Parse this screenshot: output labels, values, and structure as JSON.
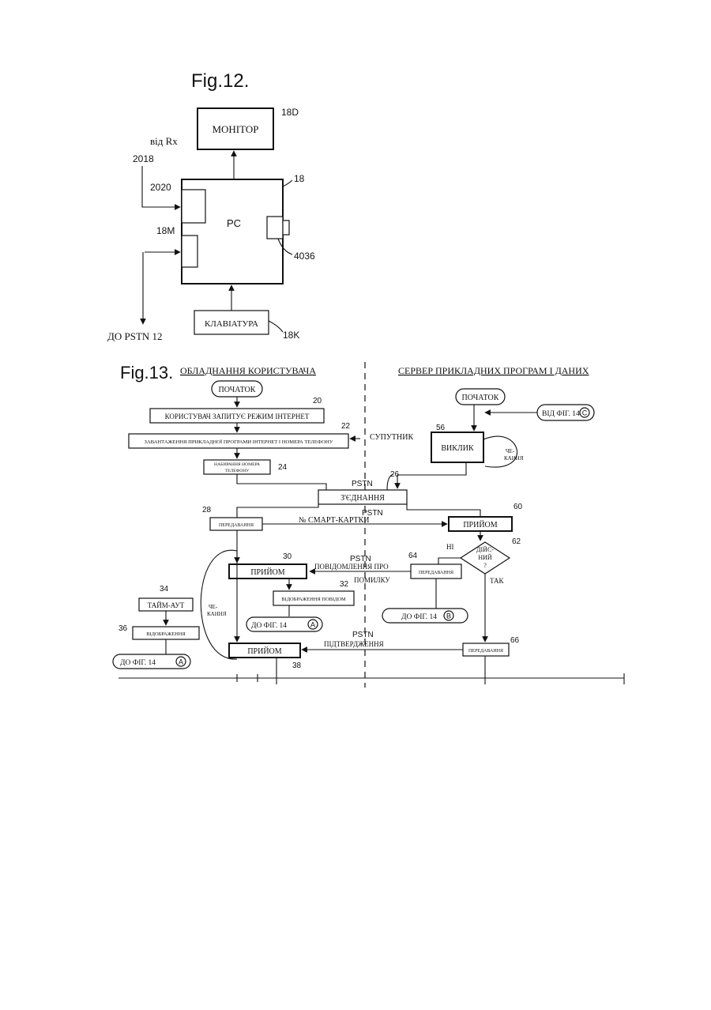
{
  "fig12": {
    "title": "Fig.12.",
    "monitor": "МОНІТОР",
    "monitor_ref": "18D",
    "from_rx": "від Rx",
    "ref_2018": "2018",
    "ref_2020": "2020",
    "ref_18": "18",
    "pc": "PC",
    "ref_18m": "18M",
    "ref_4036": "4036",
    "keyboard": "КЛАВІАТУРА",
    "keyboard_ref": "18K",
    "to_pstn": "ДО PSTN 12"
  },
  "fig13": {
    "title": "Fig.13.",
    "left_header": "ОБЛАДНАННЯ КОРИСТУВАЧА",
    "right_header": "СЕРВЕР ПРИКЛАДНИХ ПРОГРАМ І ДАНИХ",
    "start_left": "ПОЧАТОК",
    "ref_20": "20",
    "user_requests": "КОРИСТУВАЧ ЗАПИТУЄ РЕЖИМ ІНТЕРНЕТ",
    "ref_22": "22",
    "loading_app": "ЗАВАНТАЖЕННЯ ПРИКЛАДНОЇ ПРОГРАМИ ІНТЕРНЕТ І НОМЕРА ТЕЛЕФОНУ",
    "satellite": "СУПУТНИК",
    "dialing": "НАБИРАННЯ НОМЕРА ТЕЛЕФОНУ",
    "ref_24": "24",
    "ref_26": "26",
    "pstn_1": "PSTN",
    "connection": "З'ЄДНАННЯ",
    "ref_28": "28",
    "transmission_left": "ПЕРЕДАВАННЯ",
    "pstn_2": "PSTN",
    "smart_card_no": "№ СМАРТ-КАРТКИ",
    "receive_right": "ПРИЙОМ",
    "ref_60": "60",
    "start_right": "ПОЧАТОК",
    "call": "ВИКЛИК",
    "ref_56": "56",
    "waiting_right": "ЧЕ-КАННЯ",
    "from_fig": "ВІД ФІГ. 14",
    "circle_c": "C",
    "ref_30": "30",
    "receive_30": "ПРИЙОМ",
    "pstn_3": "PSTN",
    "error_message": "ПОВІДОМЛЕННЯ ПРО ПОМИЛКУ",
    "ref_64": "64",
    "no_label": "НІ",
    "transmission_64": "ПЕРЕДАВАННЯ",
    "valid_line1": "ДІЙС-",
    "valid_line2": "НИЙ",
    "valid_line3": "?",
    "ref_62": "62",
    "yes_label": "ТАК",
    "ref_32": "32",
    "display_message": "ВІДОБРАЖЕННЯ ПОВІДОМ",
    "to_fig_a1": "ДО ФІГ. 14",
    "circle_a": "A",
    "to_fig_b": "ДО ФІГ. 14",
    "circle_b": "B",
    "ref_34": "34",
    "timeout": "ТАЙМ-АУТ",
    "waiting_left": "ЧЕ-КАННЯ",
    "ref_36": "36",
    "display_36": "ВІДОБРАЖЕННЯ",
    "pstn_4": "PSTN",
    "confirmation": "ПІДТВЕРДЖЕННЯ",
    "ref_66": "66",
    "transmission_66": "ПЕРЕДАВАННЯ",
    "receive_38": "ПРИЙОМ",
    "ref_38": "38",
    "to_fig_a2": "ДО ФІГ. 14",
    "circle_a2": "A"
  }
}
